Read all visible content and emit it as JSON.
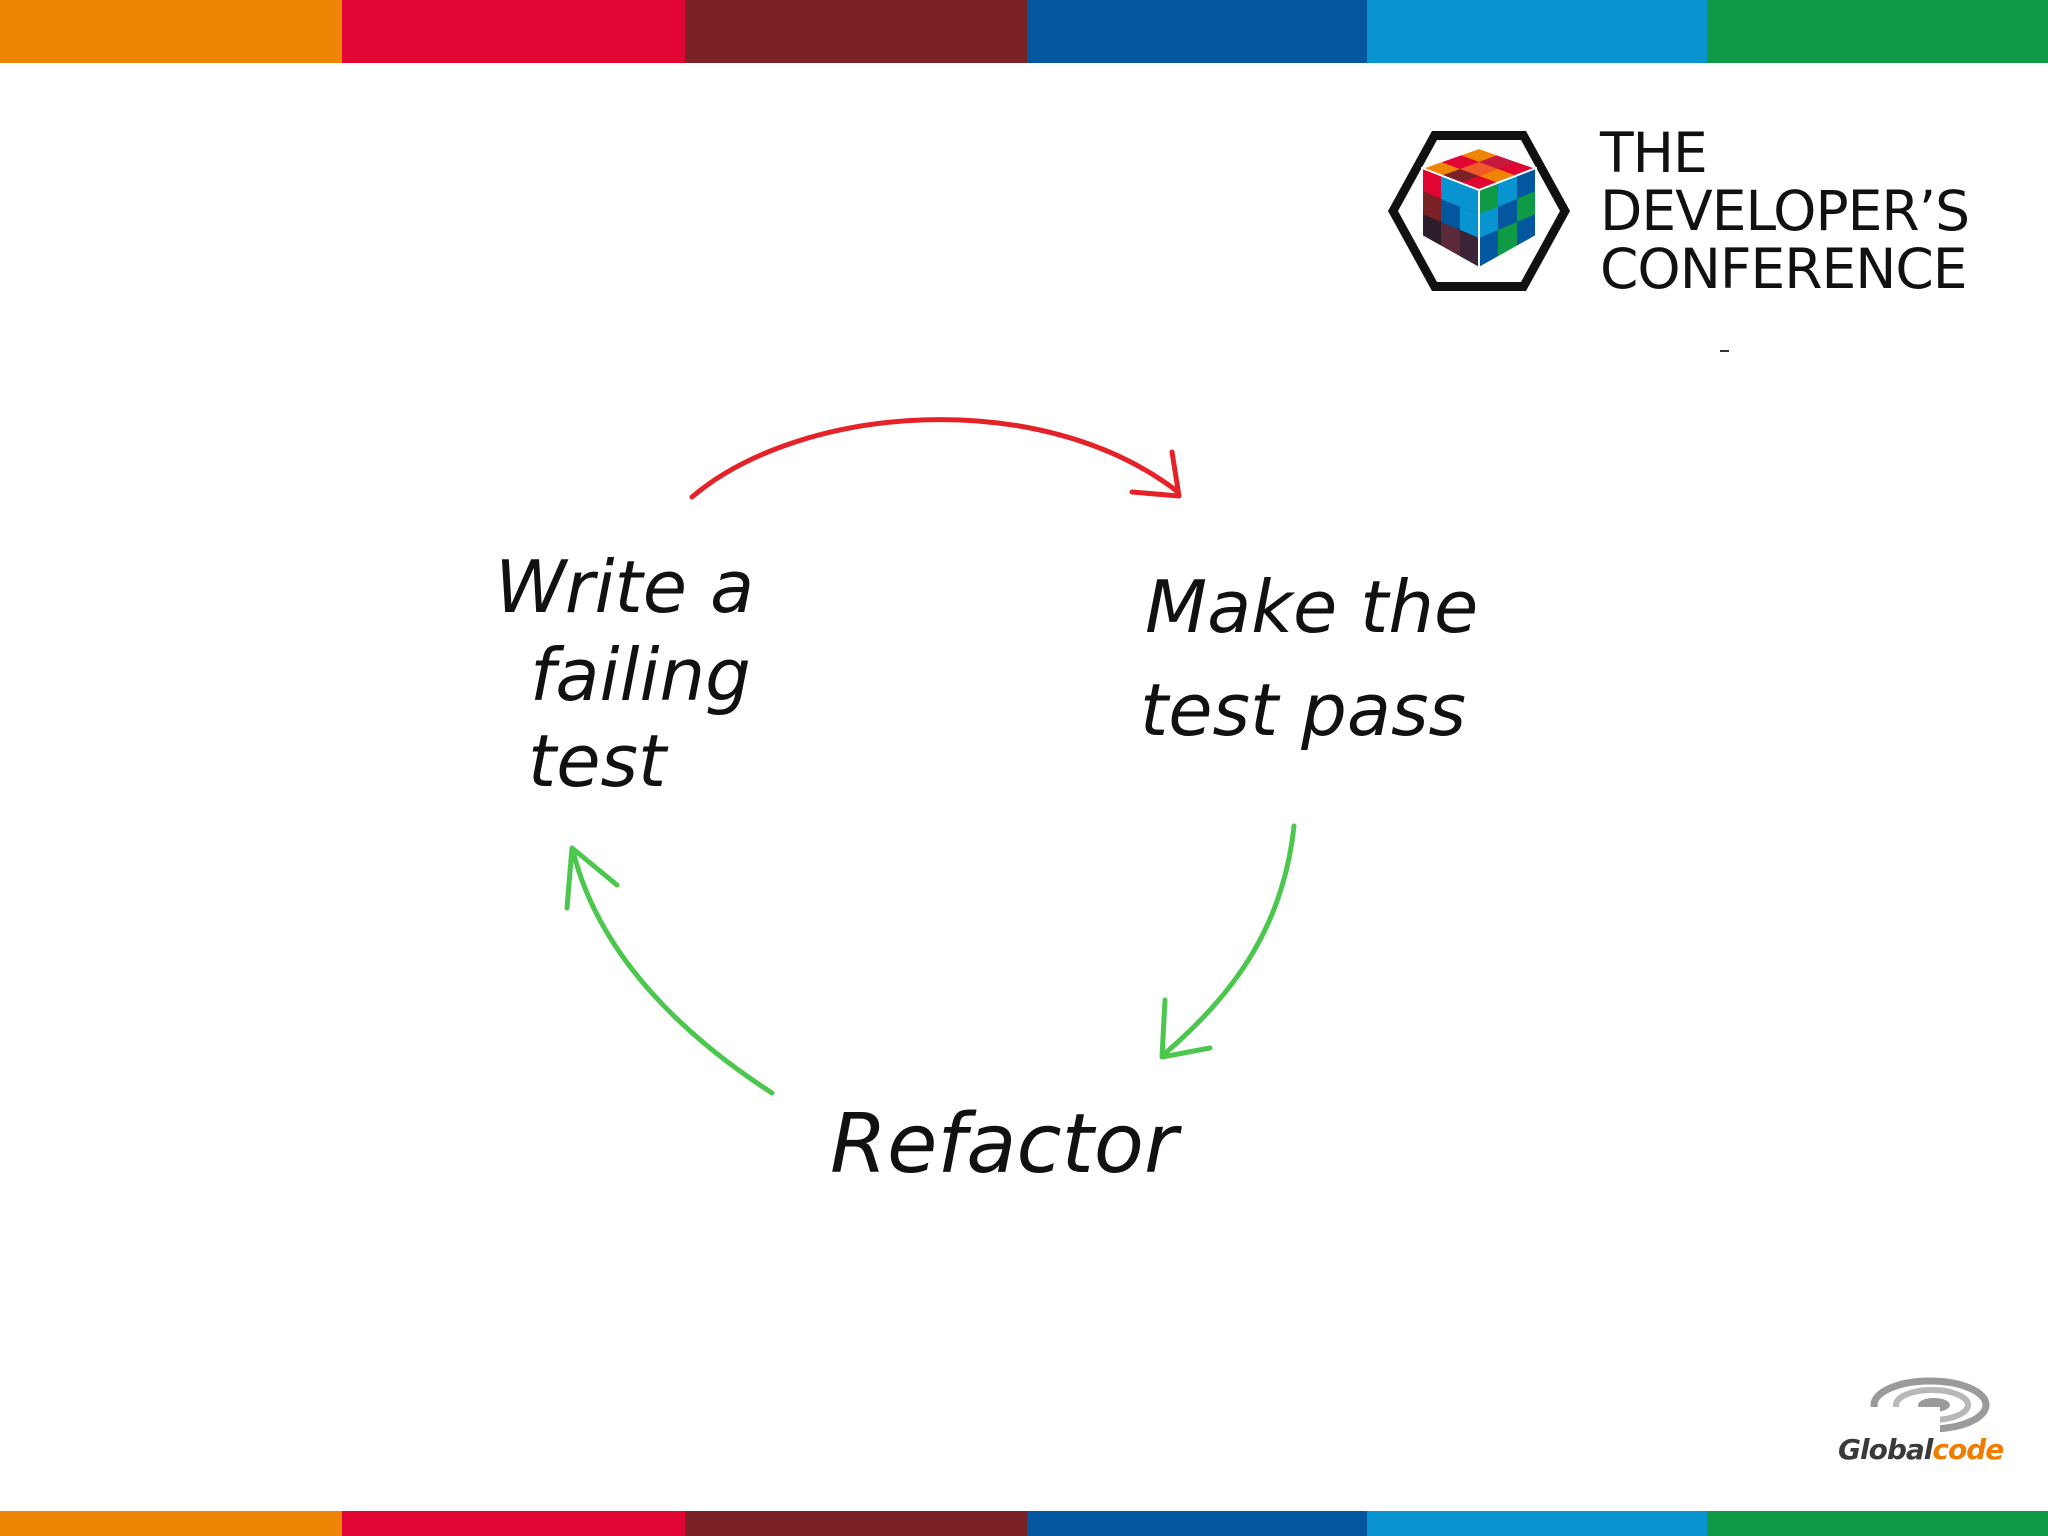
{
  "colors": {
    "stripes": [
      "#ee8505",
      "#e10533",
      "#7b2226",
      "#02579e",
      "#0894d0",
      "#0f9a46"
    ],
    "red_arrow": "#e42228",
    "green_arrow": "#4cc74e",
    "text": "#111111"
  },
  "logo": {
    "line1": "THE",
    "line2": "DEVELOPER’S",
    "line3": "CONFERENCE"
  },
  "diagram": {
    "step_write": [
      "Write a",
      "failing",
      "test"
    ],
    "step_pass": [
      "Make the",
      "test pass"
    ],
    "step_refactor": "Refactor"
  },
  "sponsor": {
    "name_part1": "Global",
    "name_part2": "code"
  }
}
